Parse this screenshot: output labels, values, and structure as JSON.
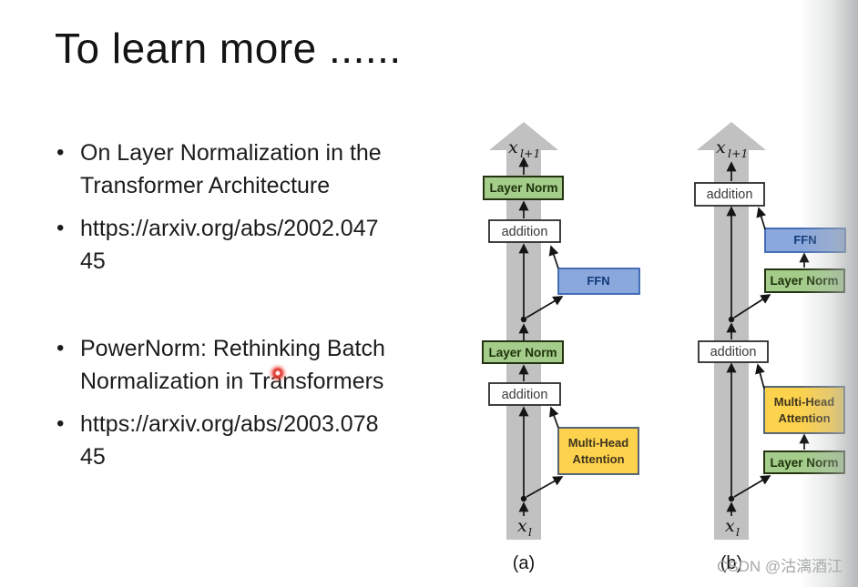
{
  "slide": {
    "title": "To learn more ......",
    "bullet_char": "•",
    "bullets": [
      {
        "text": "On Layer Normalization in the\nTransformer Architecture"
      },
      {
        "text": "https://arxiv.org/abs/2002.047\n45"
      },
      {
        "text": "PowerNorm: Rethinking Batch\nNormalization in Transformers"
      },
      {
        "text": "https://arxiv.org/abs/2003.078\n45"
      }
    ]
  },
  "diagram": {
    "labels": {
      "layer_norm": "Layer Norm",
      "addition": "addition",
      "ffn": "FFN",
      "mha_line1": "Multi-Head",
      "mha_line2": "Attention",
      "x_var": "x",
      "sub_out": "l+1",
      "sub_in": "l",
      "caption_a": "(a)",
      "caption_b": "(b)"
    },
    "colors": {
      "stream_gray": "#c1c1c1",
      "layer_norm_fill": "#a4cd8b",
      "layer_norm_border": "#24330f",
      "addition_fill": "#ffffff",
      "addition_border": "#2b2b2b",
      "ffn_fill": "#8aa8dc",
      "ffn_border": "#3763af",
      "mha_fill": "#fdd24c",
      "mha_border": "#45586f",
      "arrow_black": "#141414"
    }
  },
  "overlay": {
    "watermark": "CSDN @沽漓酒江",
    "laser_pointer_color": "#df3026"
  }
}
